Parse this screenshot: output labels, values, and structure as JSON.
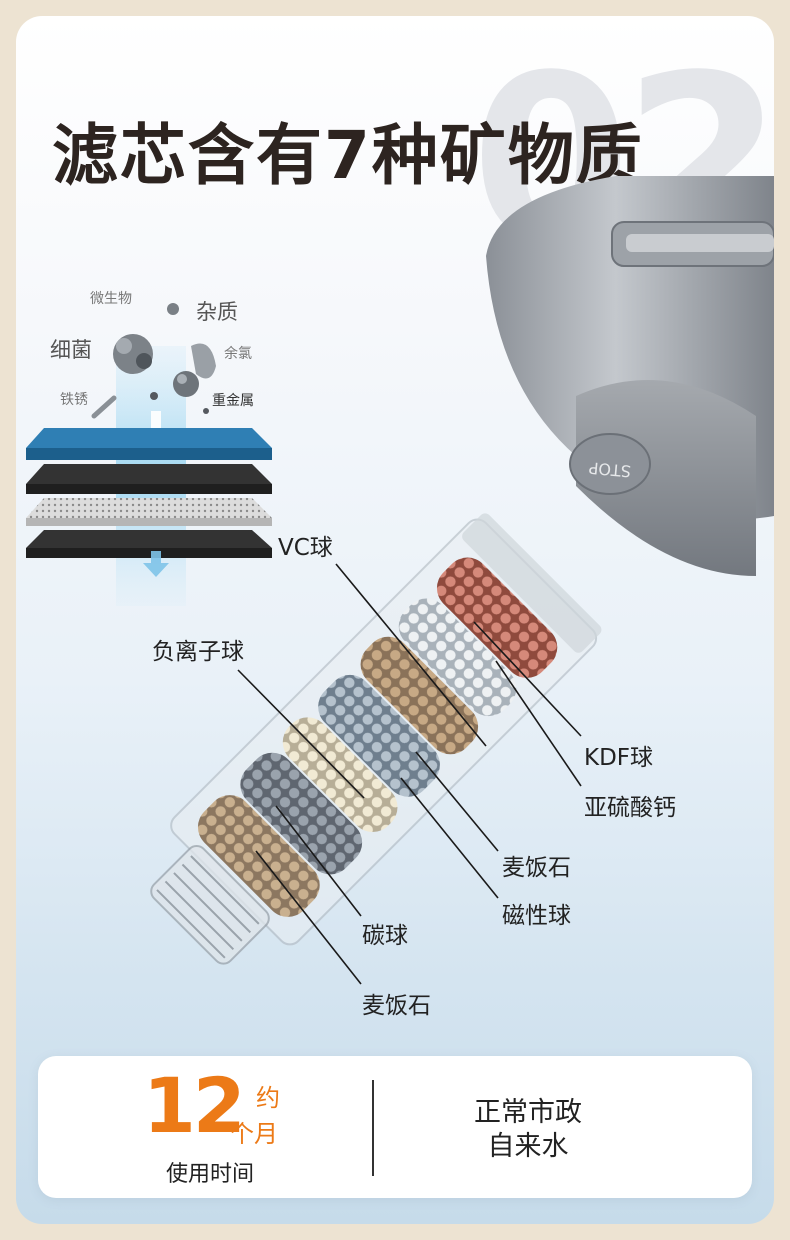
{
  "title": "滤芯含有7种矿物质",
  "bg_number": "02",
  "shower_button": "STOP",
  "impurities": {
    "microbe": "微生物",
    "impurity": "杂质",
    "bacteria": "细菌",
    "chlorine": "余氯",
    "rust": "铁锈",
    "heavy_metal": "重金属"
  },
  "labels": {
    "vc": "VC球",
    "negative_ion": "负离子球",
    "kdf": "KDF球",
    "calcium_sulfite": "亚硫酸钙",
    "maifan1": "麦饭石",
    "magnetic": "磁性球",
    "carbon": "碳球",
    "maifan2": "麦饭石"
  },
  "footer": {
    "number": "12",
    "approx": "约",
    "months": "个月",
    "usage_label": "使用时间",
    "water_line1": "正常市政",
    "water_line2": "自来水"
  },
  "colors": {
    "accent": "#ec7a17",
    "title": "#2d2420"
  }
}
